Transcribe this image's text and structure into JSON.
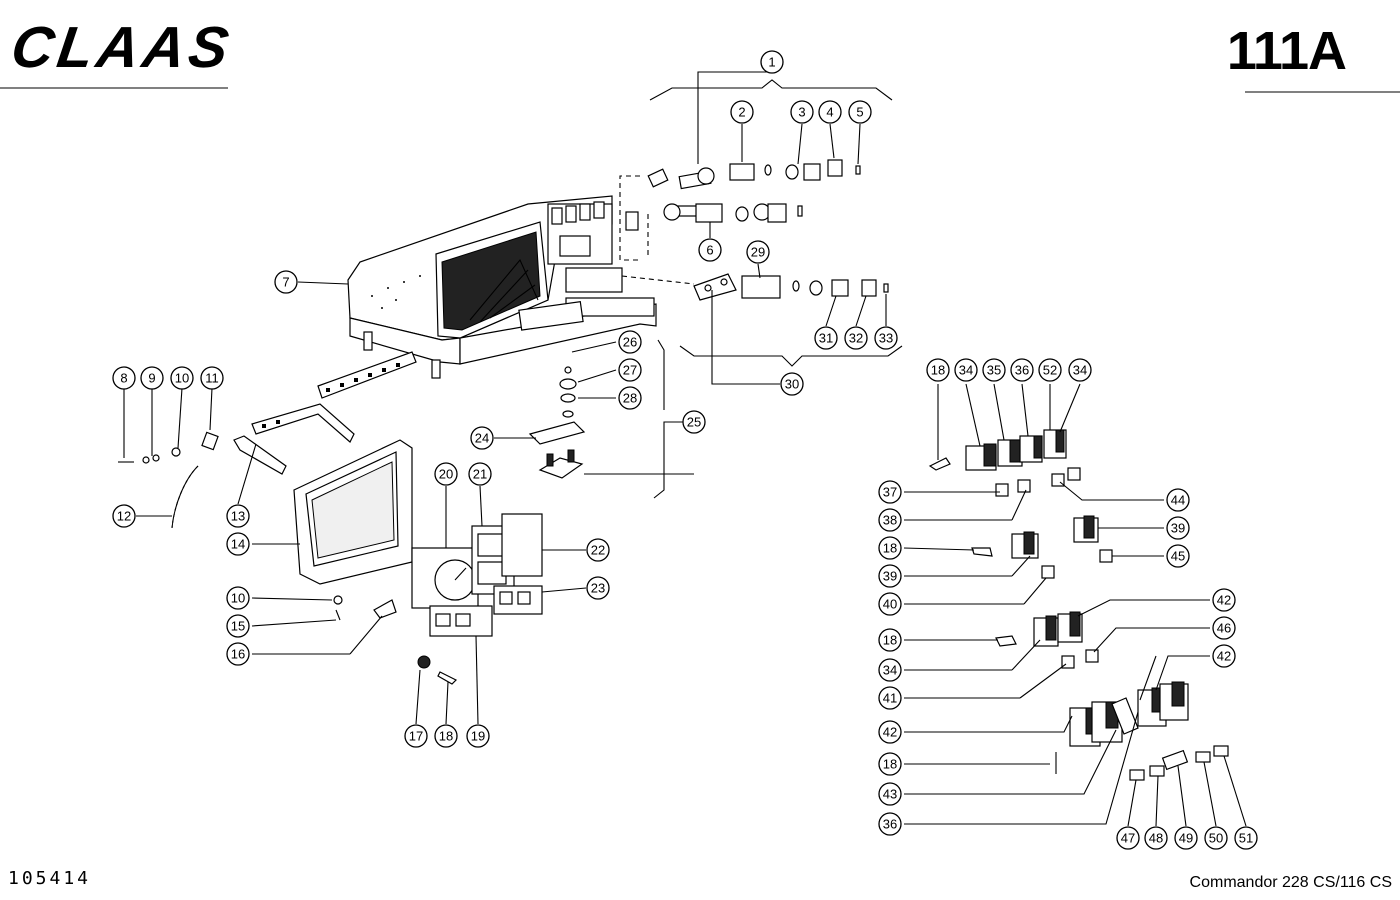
{
  "brand": {
    "logo_text": "CLAAS"
  },
  "page": {
    "number": "111A"
  },
  "footer": {
    "doc_id": "105414",
    "model": "Commandor 228 CS/116 CS"
  },
  "callouts": {
    "c1": "1",
    "c2": "2",
    "c3": "3",
    "c4": "4",
    "c5": "5",
    "c6": "6",
    "c7": "7",
    "c8": "8",
    "c9": "9",
    "c10a": "10",
    "c11": "11",
    "c12": "12",
    "c13": "13",
    "c14": "14",
    "c10b": "10",
    "c15": "15",
    "c16": "16",
    "c17": "17",
    "c18a": "18",
    "c19": "19",
    "c20": "20",
    "c21": "21",
    "c22": "22",
    "c23": "23",
    "c24": "24",
    "c25": "25",
    "c26": "26",
    "c27": "27",
    "c28": "28",
    "c29": "29",
    "c30": "30",
    "c31": "31",
    "c32": "32",
    "c33": "33",
    "c18b": "18",
    "c34a": "34",
    "c35": "35",
    "c36a": "36",
    "c52": "52",
    "c34b": "34",
    "c37": "37",
    "c38": "38",
    "c44": "44",
    "c18c": "18",
    "c39a": "39",
    "c39b": "39",
    "c45": "45",
    "c40": "40",
    "c18d": "18",
    "c34c": "34",
    "c42a": "42",
    "c46": "46",
    "c41": "41",
    "c42b": "42",
    "c42c": "42",
    "c18e": "18",
    "c43": "43",
    "c36b": "36",
    "c47": "47",
    "c48": "48",
    "c49": "49",
    "c50": "50",
    "c51": "51"
  }
}
